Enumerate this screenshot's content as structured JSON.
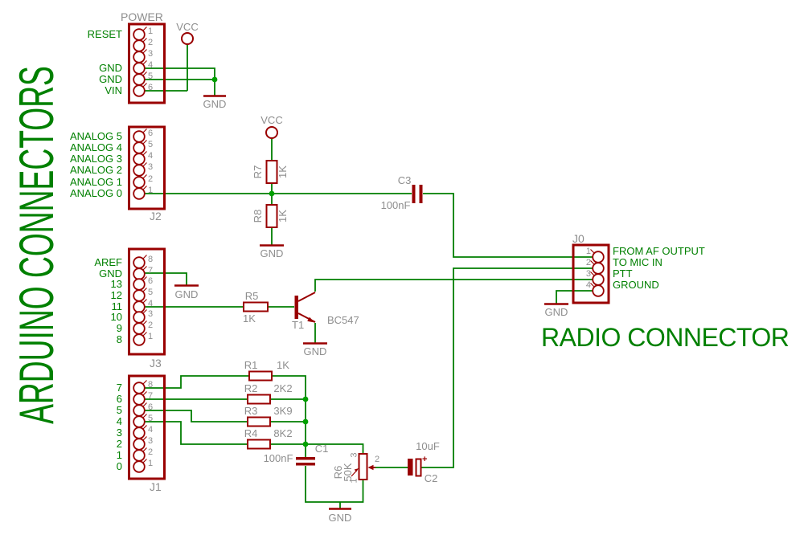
{
  "titles": {
    "left": "ARDUINO CONNECTORS",
    "right": "RADIO CONNECTOR"
  },
  "symbols": {
    "gnd": "GND",
    "vcc": "VCC",
    "plus": "+"
  },
  "connectors": {
    "power": {
      "title": "POWER",
      "pins": [
        "1",
        "2",
        "3",
        "4",
        "5",
        "6"
      ],
      "signals": [
        "RESET",
        "",
        "",
        "GND",
        "GND",
        "VIN"
      ]
    },
    "j2": {
      "title": "J2",
      "pins": [
        "6",
        "5",
        "4",
        "3",
        "2",
        "1"
      ],
      "signals": [
        "ANALOG 5",
        "ANALOG 4",
        "ANALOG 3",
        "ANALOG 2",
        "ANALOG 1",
        "ANALOG 0"
      ]
    },
    "j3": {
      "title": "J3",
      "pins": [
        "8",
        "7",
        "6",
        "5",
        "4",
        "3",
        "2",
        "1"
      ],
      "signals": [
        "AREF",
        "GND",
        "13",
        "12",
        "11",
        "10",
        "9",
        "8"
      ]
    },
    "j1": {
      "title": "J1",
      "pins": [
        "8",
        "7",
        "6",
        "5",
        "4",
        "3",
        "2",
        "1"
      ],
      "signals": [
        "7",
        "6",
        "5",
        "4",
        "3",
        "2",
        "1",
        "0"
      ]
    },
    "j0": {
      "title": "J0",
      "pins": [
        "1",
        "2",
        "3",
        "4"
      ],
      "signals": [
        "FROM AF OUTPUT",
        "TO MIC IN",
        "PTT",
        "GROUND"
      ]
    }
  },
  "components": {
    "r1": {
      "ref": "R1",
      "value": "1K"
    },
    "r2": {
      "ref": "R2",
      "value": "2K2"
    },
    "r3": {
      "ref": "R3",
      "value": "3K9"
    },
    "r4": {
      "ref": "R4",
      "value": "8K2"
    },
    "r5": {
      "ref": "R5",
      "value": "1K"
    },
    "r6": {
      "ref": "R6",
      "value": "50K",
      "pin_top": "3",
      "pin_wiper": "2",
      "pin_bottom": "1"
    },
    "r7": {
      "ref": "R7",
      "value": "1K"
    },
    "r8": {
      "ref": "R8",
      "value": "1K"
    },
    "c1": {
      "ref": "C1",
      "value": "100nF"
    },
    "c2": {
      "ref": "C2",
      "value": "10uF"
    },
    "c3": {
      "ref": "C3",
      "value": "100nF"
    },
    "t1": {
      "ref": "T1",
      "value": "BC547"
    }
  },
  "colors": {
    "wire": "#007e00",
    "junction": "#00a000",
    "component": "#990000",
    "text_green": "#008000",
    "text_gray": "#8e8e8e",
    "background": "#ffffff"
  }
}
